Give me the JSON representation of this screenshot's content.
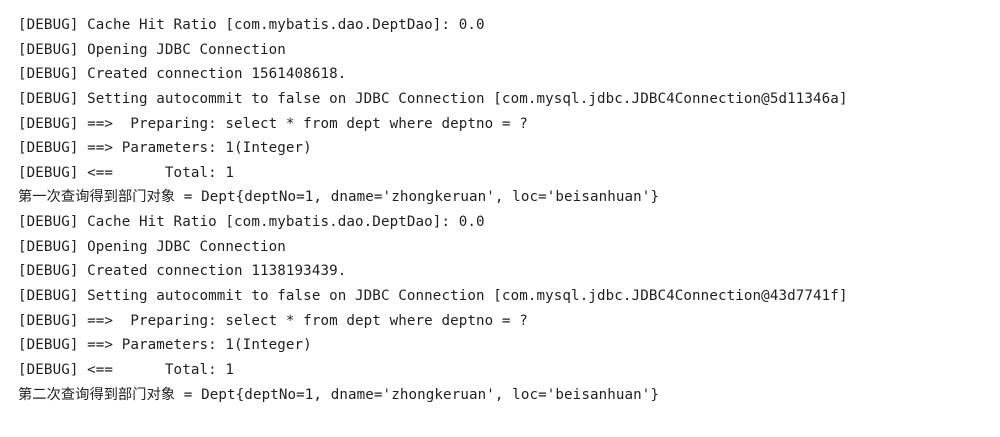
{
  "console": {
    "lines": [
      "[DEBUG] Cache Hit Ratio [com.mybatis.dao.DeptDao]: 0.0",
      "[DEBUG] Opening JDBC Connection",
      "[DEBUG] Created connection 1561408618.",
      "[DEBUG] Setting autocommit to false on JDBC Connection [com.mysql.jdbc.JDBC4Connection@5d11346a]",
      "[DEBUG] ==>  Preparing: select * from dept where deptno = ?",
      "[DEBUG] ==> Parameters: 1(Integer)",
      "[DEBUG] <==      Total: 1",
      "第一次查询得到部门对象 = Dept{deptNo=1, dname='zhongkeruan', loc='beisanhuan'}",
      "[DEBUG] Cache Hit Ratio [com.mybatis.dao.DeptDao]: 0.0",
      "[DEBUG] Opening JDBC Connection",
      "[DEBUG] Created connection 1138193439.",
      "[DEBUG] Setting autocommit to false on JDBC Connection [com.mysql.jdbc.JDBC4Connection@43d7741f]",
      "[DEBUG] ==>  Preparing: select * from dept where deptno = ?",
      "[DEBUG] ==> Parameters: 1(Integer)",
      "[DEBUG] <==      Total: 1",
      "第二次查询得到部门对象 = Dept{deptNo=1, dname='zhongkeruan', loc='beisanhuan'}"
    ]
  }
}
